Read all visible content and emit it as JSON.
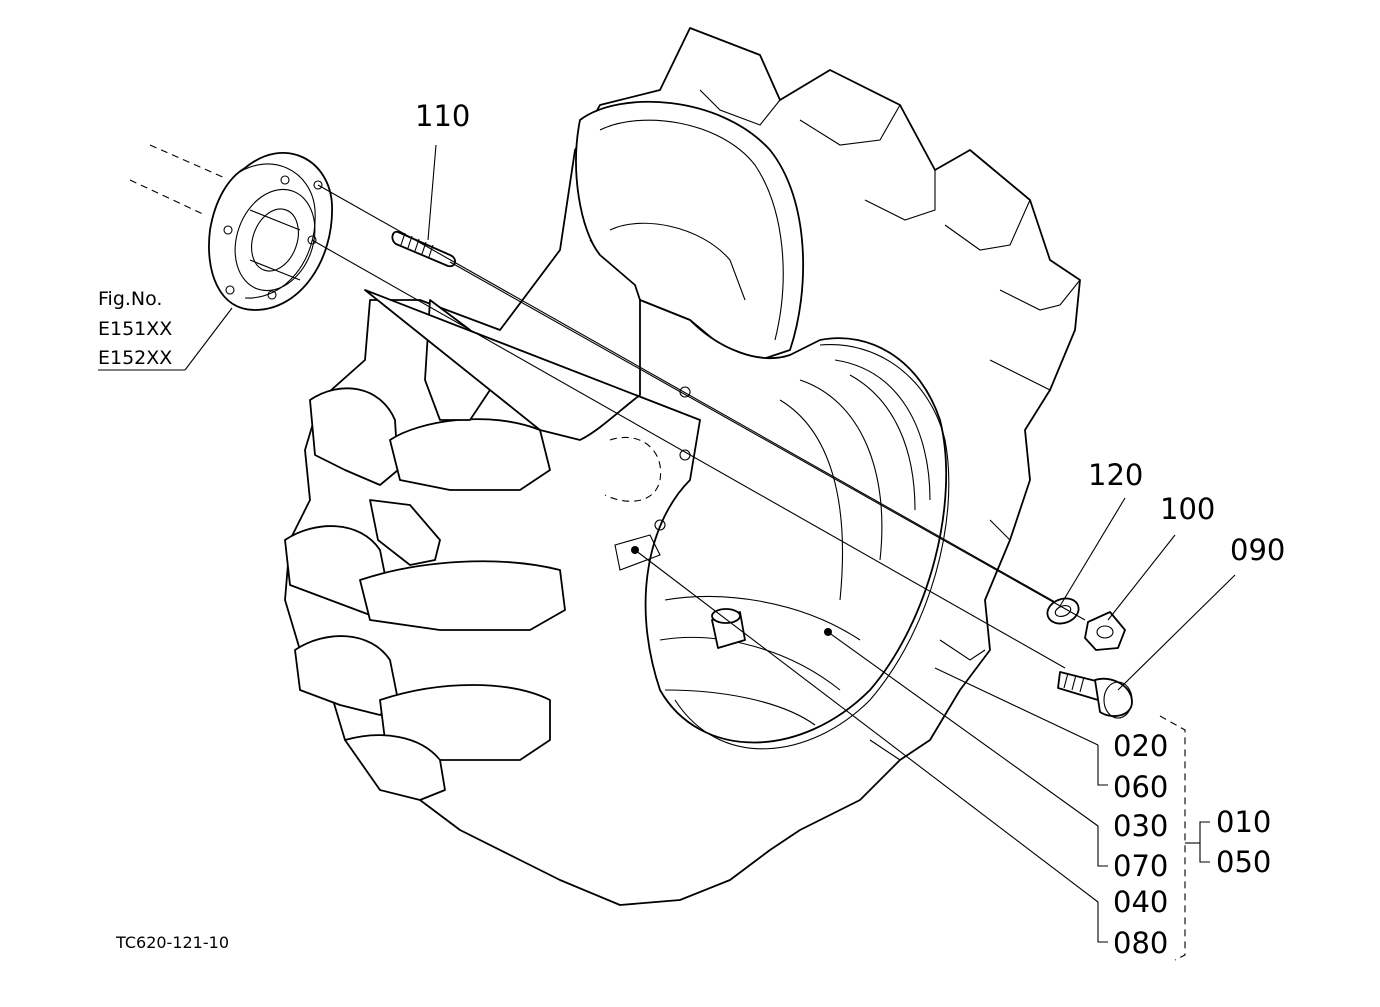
{
  "figure_ref": {
    "line1": "Fig.No.",
    "line2": "E151XX",
    "line3": "E152XX"
  },
  "drawing_code": "TC620-121-10",
  "callouts": {
    "p110": "110",
    "p120": "120",
    "p100": "100",
    "p090": "090",
    "p020": "020",
    "p060": "060",
    "p030": "030",
    "p070": "070",
    "p040": "040",
    "p080": "080",
    "p010": "010",
    "p050": "050"
  }
}
